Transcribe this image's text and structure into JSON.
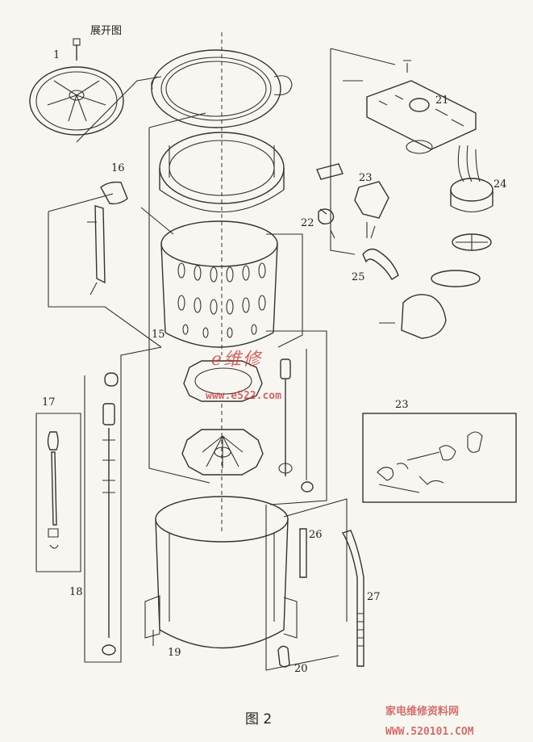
{
  "header_label": "展开图",
  "part_labels": [
    "1",
    "15",
    "16",
    "17",
    "18",
    "19",
    "20",
    "21",
    "22",
    "23",
    "24",
    "25",
    "26",
    "27",
    "23"
  ],
  "figure_caption": "图 2",
  "watermark_red": "e维修",
  "watermark_url": "www.e522.com",
  "watermark_site": "家电维修资料网",
  "watermark_domain": "WWW.520101.COM",
  "colors": {
    "line": "#333333",
    "watermark": "#c23535",
    "paper": "#f7f6f1"
  }
}
